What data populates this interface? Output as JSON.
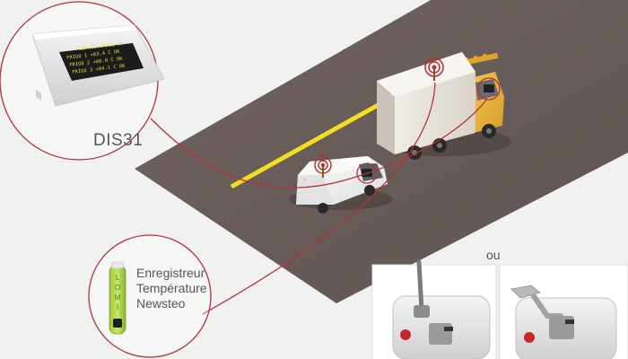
{
  "display": {
    "name": "DIS31",
    "screen_lines": [
      "SURVEILLANCE OK",
      "FRIGO 1 +03.4 C  OK",
      "FRIGO 2 +06.0 C  OK",
      "FRIGO 3 +04.1 C  OK"
    ]
  },
  "logger": {
    "lines": [
      "Enregistreur",
      "Température",
      "Newsteo"
    ],
    "stick_letters": [
      "L",
      "O",
      "M",
      "I"
    ]
  },
  "alternative_label": "ou",
  "colors": {
    "accent_red": "#b5323a",
    "road": "#675c58",
    "road_line": "#f2dd1e",
    "truck_box": "#e9e4de",
    "truck_cab": "#e9b53a",
    "display_text": "#e8e23a"
  }
}
